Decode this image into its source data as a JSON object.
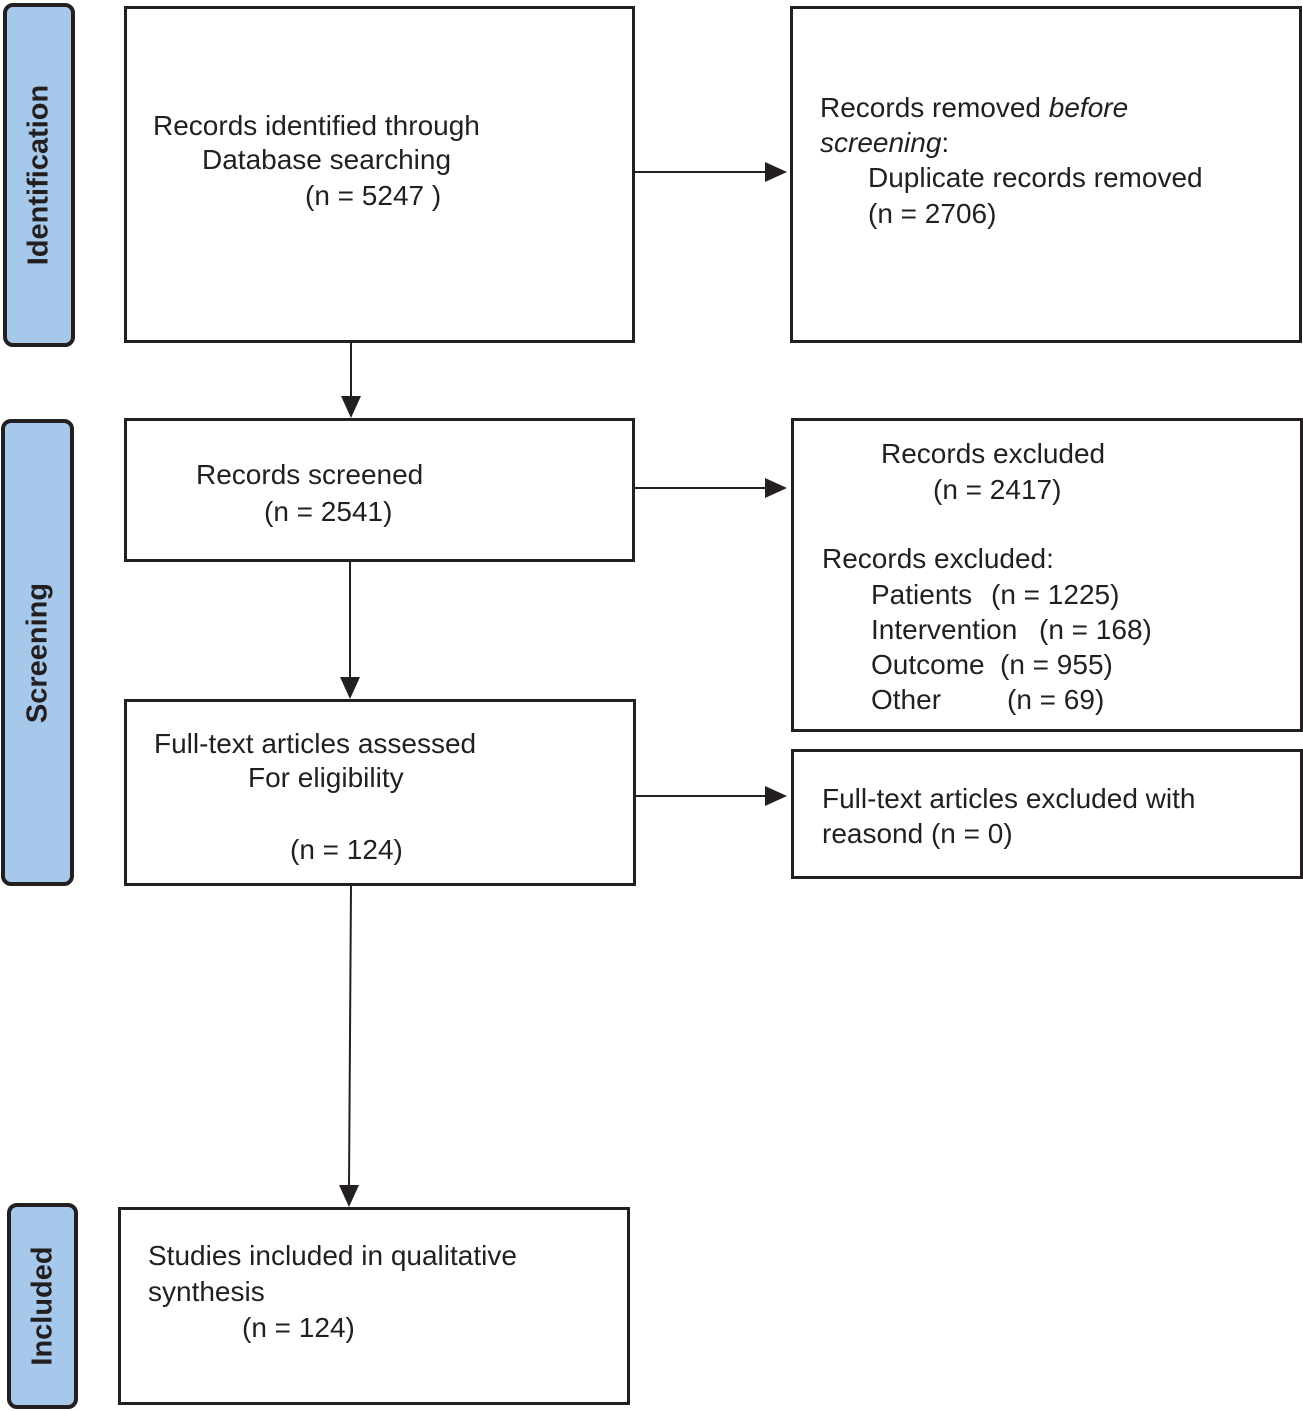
{
  "stages": {
    "identification": "Identification",
    "screening": "Screening",
    "included": "Included"
  },
  "boxes": {
    "identified": {
      "line1": "Records identified through",
      "line2": "Database searching",
      "line3": "(n = 5247 )"
    },
    "removed": {
      "line1_a": "Records removed ",
      "line1_b": "before",
      "line2_a": "screening",
      "line2_b": ":",
      "line3": "Duplicate records removed",
      "line4": "(n = 2706)"
    },
    "screened": {
      "line1": "Records screened",
      "line2": "(n = 2541)"
    },
    "excluded": {
      "line1": "Records excluded",
      "line2": "(n = 2417)",
      "line3": "Records excluded:",
      "reasons": [
        {
          "label": "Patients",
          "count": "(n = 1225)"
        },
        {
          "label": "Intervention",
          "count": "(n = 168)"
        },
        {
          "label": "Outcome",
          "count": "(n = 955)"
        },
        {
          "label": "Other",
          "count": "(n = 69)"
        }
      ]
    },
    "fulltext": {
      "line1": "Full-text articles assessed",
      "line2": "For eligibility",
      "line3": "(n = 124)"
    },
    "fulltext_excluded": {
      "line1": "Full-text articles excluded with",
      "line2": "reasond (n = 0)"
    },
    "included": {
      "line1": "Studies included in qualitative",
      "line2": "synthesis",
      "line3": "(n = 124)"
    }
  }
}
